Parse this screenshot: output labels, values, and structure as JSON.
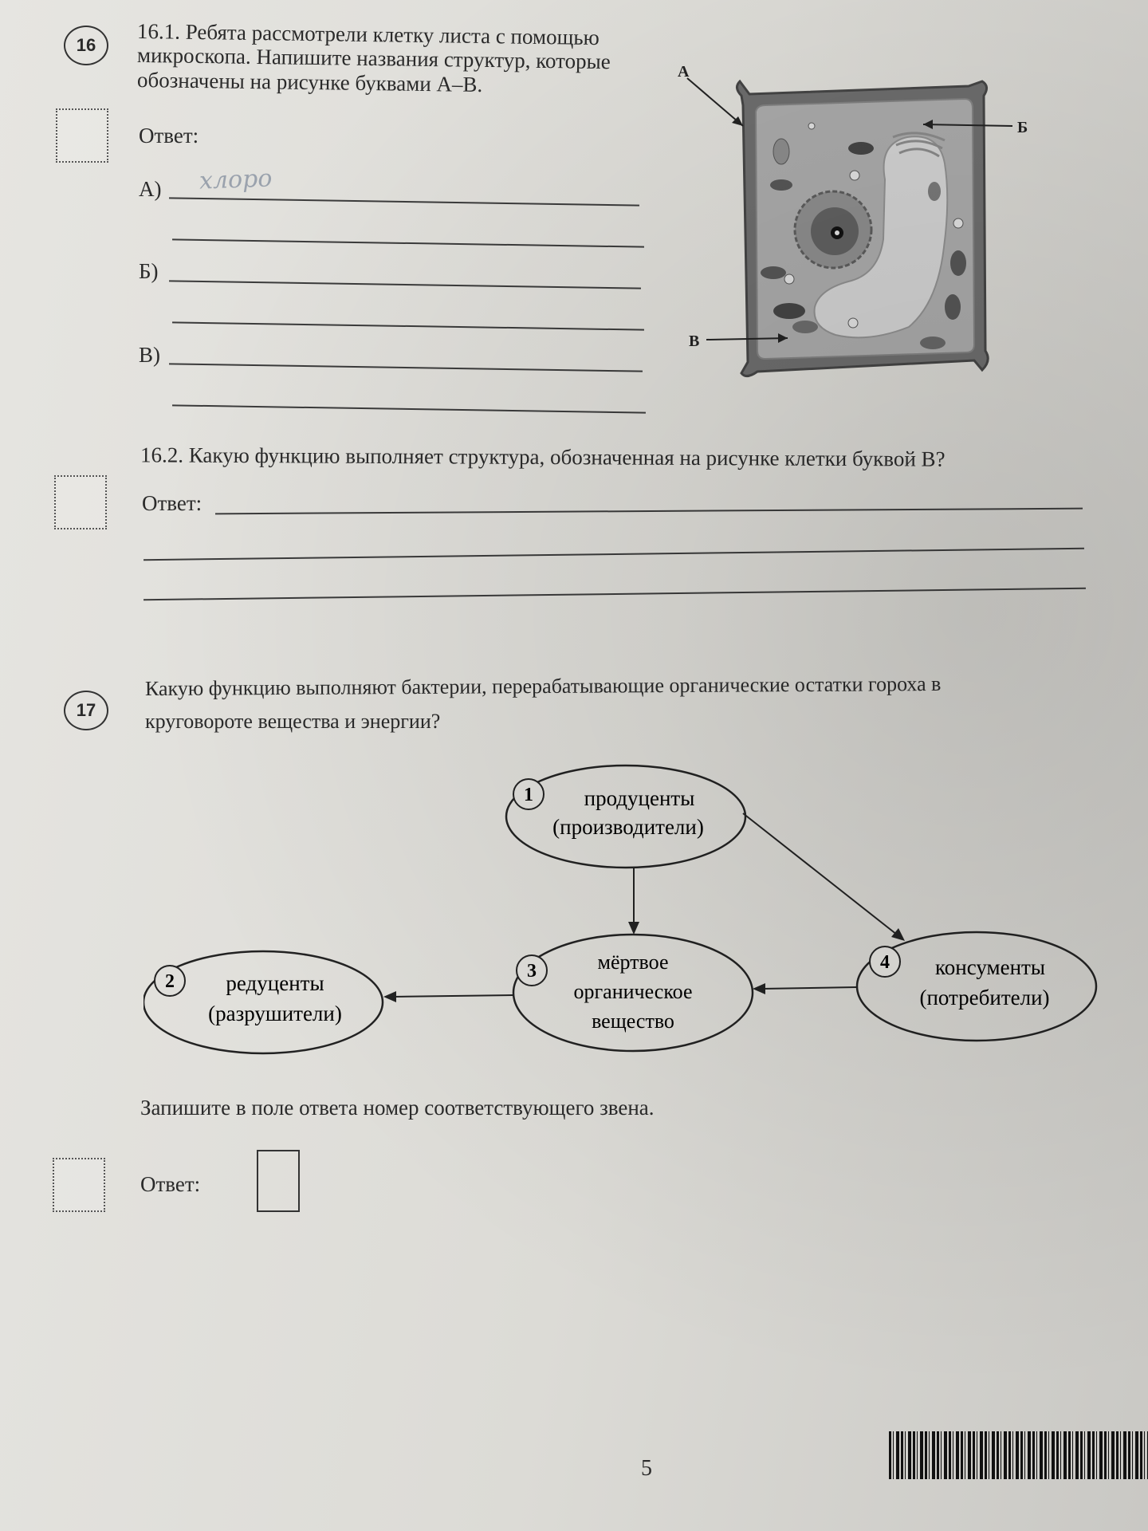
{
  "q16": {
    "number": "16",
    "part1_lines": [
      "16.1. Ребята рассмотрели клетку листа с помощью",
      "микроскопа. Напишите названия структур, которые",
      "обозначены на рисунке буквами А–В."
    ],
    "answer_label": "Ответ:",
    "items": [
      {
        "label": "А)",
        "handwritten": "хлоро"
      },
      {
        "label": "Б)",
        "handwritten": ""
      },
      {
        "label": "В)",
        "handwritten": ""
      }
    ],
    "figure_labels": {
      "a": "А",
      "b": "Б",
      "v": "В"
    },
    "part2_question": "16.2. Какую функцию выполняет структура, обозначенная на рисунке клетки буквой В?",
    "part2_answer_label": "Ответ:"
  },
  "q17": {
    "number": "17",
    "question_lines": [
      "Какую функцию выполняют бактерии, перерабатывающие органические остатки гороха в",
      "круговороте вещества и энергии?"
    ],
    "nodes": [
      {
        "num": "1",
        "lines": [
          "продуценты",
          "(производители)"
        ]
      },
      {
        "num": "2",
        "lines": [
          "редуценты",
          "(разрушители)"
        ]
      },
      {
        "num": "3",
        "lines": [
          "мёртвое",
          "органическое",
          "вещество"
        ]
      },
      {
        "num": "4",
        "lines": [
          "консументы",
          "(потребители)"
        ]
      }
    ],
    "instruction": "Запишите в поле ответа номер соответствующего звена.",
    "answer_label": "Ответ:"
  },
  "page_number": "5"
}
